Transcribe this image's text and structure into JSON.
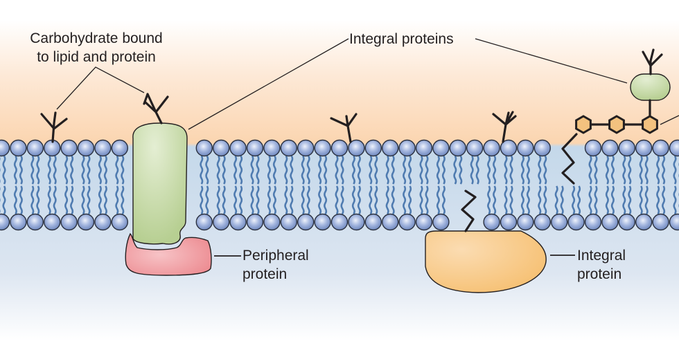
{
  "diagram": {
    "subject": "Cell membrane structure (fluid mosaic model)",
    "labels": {
      "carbohydrate_line1": "Carbohydrate bound",
      "carbohydrate_line2": "to lipid and protein",
      "integral_proteins": "Integral proteins",
      "peripheral_line1": "Peripheral",
      "peripheral_line2": "protein",
      "integral_line1": "Integral",
      "integral_line2": "protein"
    },
    "colors": {
      "extracellular_bg": "#fbd7b4",
      "cytoplasm_bg": "#c7d9e9",
      "phospholipid_head": "#8aa4d3",
      "lipid_tail": "#4f7bb0",
      "integral_protein_green": "#c5d9a5",
      "peripheral_protein_pink": "#ef8e94",
      "integral_protein_orange": "#f8c47e",
      "sugar_hexagon": "#f3c27f",
      "outline": "#231f20"
    }
  }
}
